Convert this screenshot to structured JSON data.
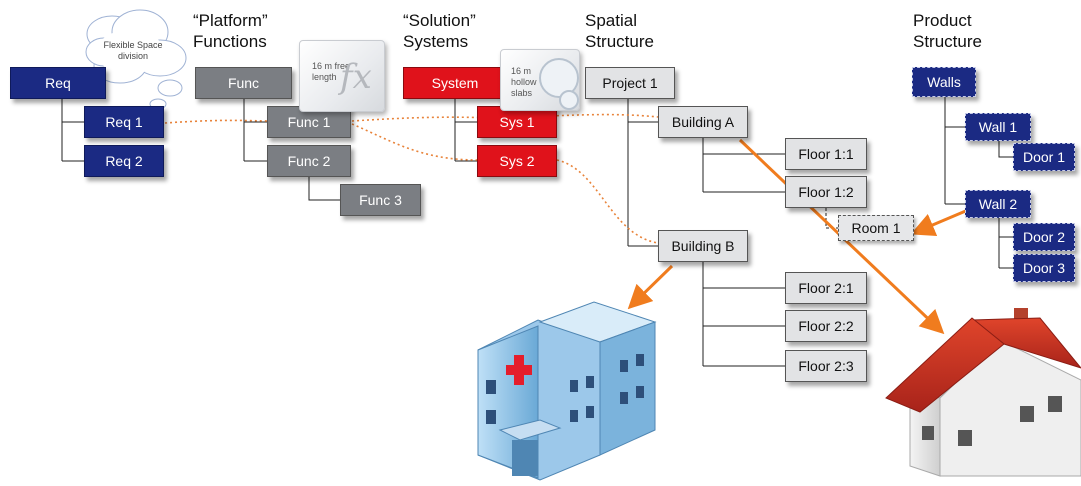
{
  "headings": {
    "platform": "“Platform”\nFunctions",
    "solution": "“Solution”\nSystems",
    "spatial": "Spatial\nStructure",
    "product": "Product\nStructure"
  },
  "requirements": {
    "root": "Req",
    "items": [
      "Req 1",
      "Req 2"
    ],
    "cloud_note": "Flexible Space division"
  },
  "functions": {
    "root": "Func",
    "items": [
      "Func 1",
      "Func 2",
      "Func 3"
    ],
    "note": "16 m free length",
    "note_symbol": "fx"
  },
  "systems": {
    "root": "System",
    "items": [
      "Sys 1",
      "Sys 2"
    ],
    "note": "16 m hollow slabs"
  },
  "spatial": {
    "project": "Project 1",
    "buildings": [
      "Building A",
      "Building B"
    ],
    "floors_a": [
      "Floor 1:1",
      "Floor 1:2"
    ],
    "room": "Room 1",
    "floors_b": [
      "Floor 2:1",
      "Floor 2:2",
      "Floor 2:3"
    ]
  },
  "product": {
    "root": "Walls",
    "walls": [
      "Wall 1",
      "Wall 2"
    ],
    "doors": [
      "Door 1",
      "Door 2",
      "Door 3"
    ]
  },
  "colors": {
    "requirement": "#1b2a83",
    "function": "#7b7e83",
    "system": "#e0121b",
    "spatial": "#e2e3e5",
    "link_dotted": "#e8833a",
    "arrow": "#f07c1e"
  },
  "illustrations": [
    "hospital-building-icon",
    "house-icon"
  ]
}
